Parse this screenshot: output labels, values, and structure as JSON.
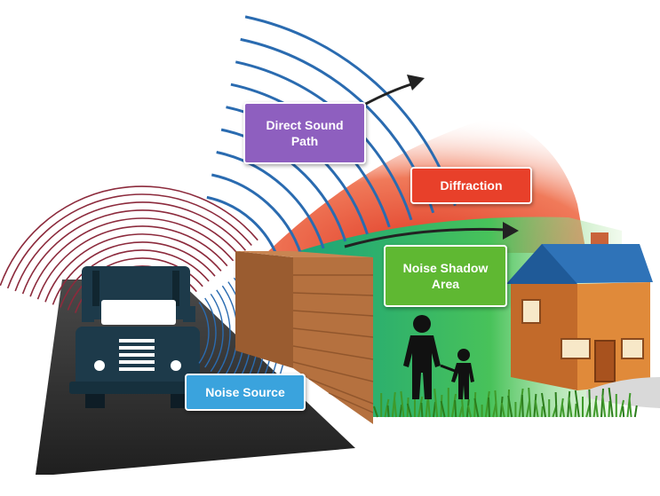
{
  "labels": {
    "direct_sound_path": {
      "line1": "Direct Sound",
      "line2": "Path",
      "color": "#8e5fbf"
    },
    "diffraction": {
      "text": "Diffraction",
      "color": "#e8402a"
    },
    "noise_shadow_area": {
      "line1": "Noise Shadow",
      "line2": "Area",
      "color": "#5fb832"
    },
    "noise_source": {
      "text": "Noise Source",
      "color": "#3aa3dd"
    }
  },
  "colors": {
    "road": "#2b2b2b",
    "truck": "#1d3a4a",
    "source_waves": "#8c2a3c",
    "direct_waves": "#2a6bb0",
    "diffraction_zone": "#e8402a",
    "shadow_zone": "#3cb94e",
    "barrier": "#b5713f",
    "house_wall": "#e08a3a",
    "roof": "#2f73b8",
    "grass": "#3f9a2a",
    "arrow": "#222222"
  }
}
